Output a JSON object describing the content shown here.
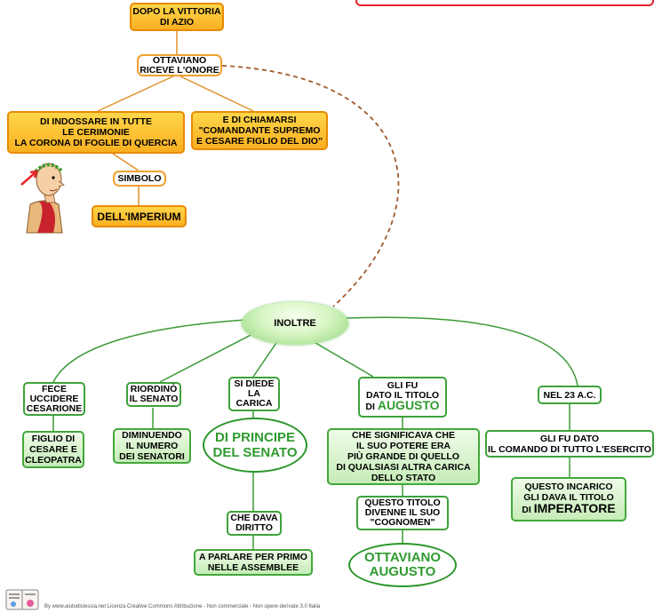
{
  "top": {
    "dopo": "DOPO LA VITTORIA\nDI AZIO",
    "ottaviano": "OTTAVIANO\nRICEVE L'ONORE",
    "indossare": "DI INDOSSARE IN TUTTE\nLE CERIMONIE\nLA CORONA DI FOGLIE DI QUERCIA",
    "chiamarsi": "E DI CHIAMARSI\n\"COMANDANTE SUPREMO\nE CESARE FIGLIO DEL DIO\"",
    "simbolo": "SIMBOLO",
    "imperium": "DELL'IMPERIUM"
  },
  "hub": "INOLTRE",
  "branches": {
    "fece": "FECE\nUCCIDERE\nCESARIONE",
    "figlio": "FIGLIO DI\nCESARE E\nCLEOPATRA",
    "riordino": "RIORDINÒ\nIL SENATO",
    "diminuendo": "DIMINUENDO\nIL NUMERO\nDEI SENATORI",
    "sidiede": "SI DIEDE\nLA\nCARICA",
    "principe": "DI PRINCIPE\nDEL SENATO",
    "chedava": "CHE DAVA\nDIRITTO",
    "parlare": "A PARLARE PER PRIMO\nNELLE ASSEMBLEE",
    "gli_fu_prefix": "GLI FU\nDATO IL TITOLO\nDI ",
    "augusto": "AUGUSTO",
    "significava": "CHE SIGNIFICAVA CHE\nIL SUO POTERE ERA\nPIÙ GRANDE DI QUELLO\nDI QUALSIASI ALTRA CARICA\nDELLO STATO",
    "questo_titolo": "QUESTO TITOLO\nDIVENNE IL SUO\n\"COGNOMEN\"",
    "ottaviano_augusto": "OTTAVIANO\nAUGUSTO",
    "nel23": "NEL 23 A.C.",
    "comando": "GLI FU DATO\nIL COMANDO DI TUTTO L'ESERCITO",
    "incarico_prefix": "QUESTO INCARICO\nGLI DAVA IL TITOLO\nDI ",
    "imperatore": "IMPERATORE"
  },
  "footer": "By www.aiutodislessia.net Licenza Creative Commons Attribuzione - Non commerciale - Non opere derivate 3.0 Italia",
  "colors": {
    "orange_line": "#e0922a",
    "green_line": "#3a9a36",
    "green_text": "#2f9a2f",
    "red_frame": "#e3262c"
  }
}
